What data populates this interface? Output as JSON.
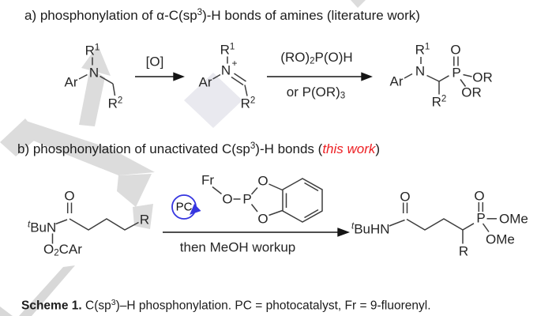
{
  "colors": {
    "text": "#1c1c1c",
    "bond": "#3d3d3d",
    "accent_red": "#ed2024",
    "accent_blue": "#3535e0",
    "watermark_gray": "#dcdcdc"
  },
  "section_a": {
    "header": {
      "part1": "a) phosphonylation of α-C(sp",
      "sup": "3",
      "part2": ")-H bonds of amines (literature work)"
    },
    "amine": {
      "ar": "Ar",
      "n": "N",
      "r1_base": "R",
      "r1_sup": "1",
      "r2_base": "R",
      "r2_sup": "2"
    },
    "oxidant": "[O]",
    "iminium": {
      "ar": "Ar",
      "n": "N",
      "charge": "+",
      "r1_base": "R",
      "r1_sup": "1",
      "r2_base": "R",
      "r2_sup": "2"
    },
    "phosphite_reagent": {
      "part1": "(RO)",
      "sub": "2",
      "part2": "P(O)H"
    },
    "alt_reagent": {
      "part1": "or P(OR)",
      "sub": "3"
    },
    "product": {
      "ar": "Ar",
      "n": "N",
      "r1_base": "R",
      "r1_sup": "1",
      "r2_base": "R",
      "r2_sup": "2",
      "p": "P",
      "o": "O",
      "or_right": "OR",
      "or_down": "OR"
    }
  },
  "section_b": {
    "header": {
      "part1": "b) phosphonylation of unactivated C(sp",
      "sup": "3",
      "part2": ")-H bonds (",
      "emphasis": "this work",
      "part3": ")"
    },
    "substrate": {
      "t_sup": "t",
      "amine": "BuN",
      "carbonyl_o": "O",
      "lg_o": "O",
      "lg_sub": "2",
      "lg_rest": "CAr",
      "r": "R"
    },
    "photocatalyst": "PC",
    "phosphite": {
      "fr": "Fr",
      "o_link": "O",
      "p": "P",
      "o_top": "O",
      "o_bottom": "O"
    },
    "workup": "then MeOH workup",
    "product": {
      "t_sup": "t",
      "amine": "BuHN",
      "carbonyl_o": "O",
      "p": "P",
      "o": "O",
      "ome_right": "OMe",
      "ome_down": "OMe",
      "r": "R"
    }
  },
  "caption": {
    "label": "Scheme 1.",
    "part1": " C(sp",
    "sup": "3",
    "part2": ")–H phosphonylation. PC = photocatalyst, Fr = 9-fluorenyl."
  }
}
